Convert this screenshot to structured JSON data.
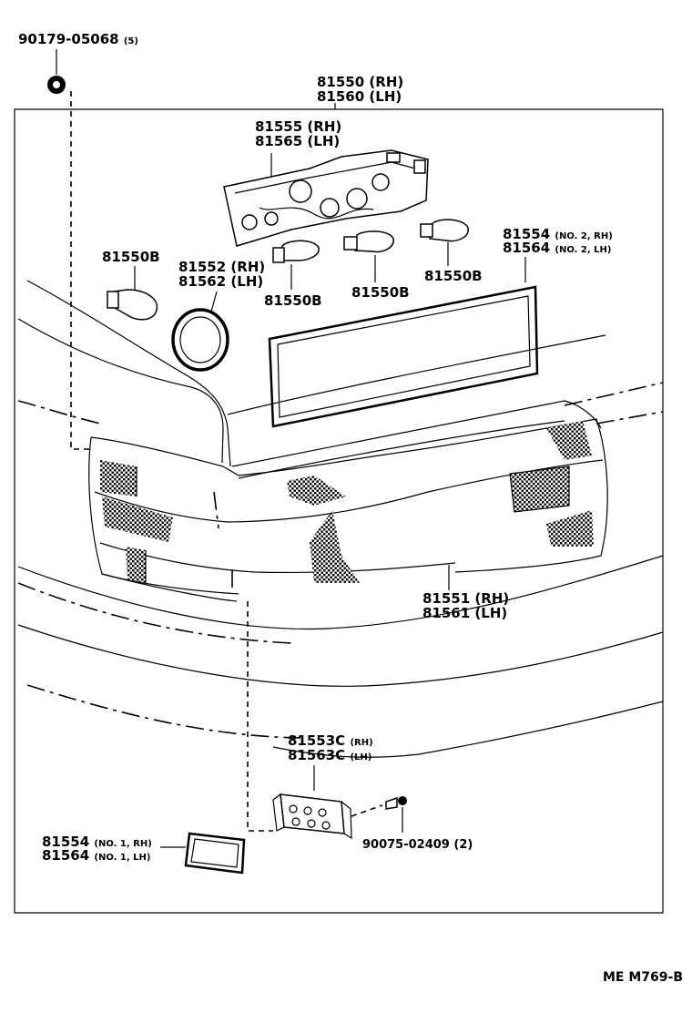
{
  "labels": {
    "nut": {
      "pn": "90179-05068",
      "qty": "(5)"
    },
    "assy_rh": "81550 (RH)",
    "assy_lh": "81560 (LH)",
    "socket_rh": "81555 (RH)",
    "socket_lh": "81565 (LH)",
    "bulb_left": "81550B",
    "bulb_center_left": "81550B",
    "bulb_center_right": "81550B",
    "bulb_right": "81550B",
    "gasket_rh": "81552 (RH)",
    "gasket_lh": "81562 (LH)",
    "gasket_no2_rh_pn": "81554",
    "gasket_no2_rh_note": "(NO. 2, RH)",
    "gasket_no2_lh_pn": "81564",
    "gasket_no2_lh_note": "(NO. 2, LH)",
    "lens_rh": "81551 (RH)",
    "lens_lh": "81561 (LH)",
    "plate_light_rh_pn": "81553C",
    "plate_light_rh_note": "(RH)",
    "plate_light_lh_pn": "81563C",
    "plate_light_lh_note": "(LH)",
    "screw": "90075-02409 (2)",
    "gasket_no1_rh_pn": "81554",
    "gasket_no1_rh_note": "(NO. 1, RH)",
    "gasket_no1_lh_pn": "81564",
    "gasket_no1_lh_note": "(NO. 1, LH)"
  },
  "figure_code": "ME M769-B"
}
